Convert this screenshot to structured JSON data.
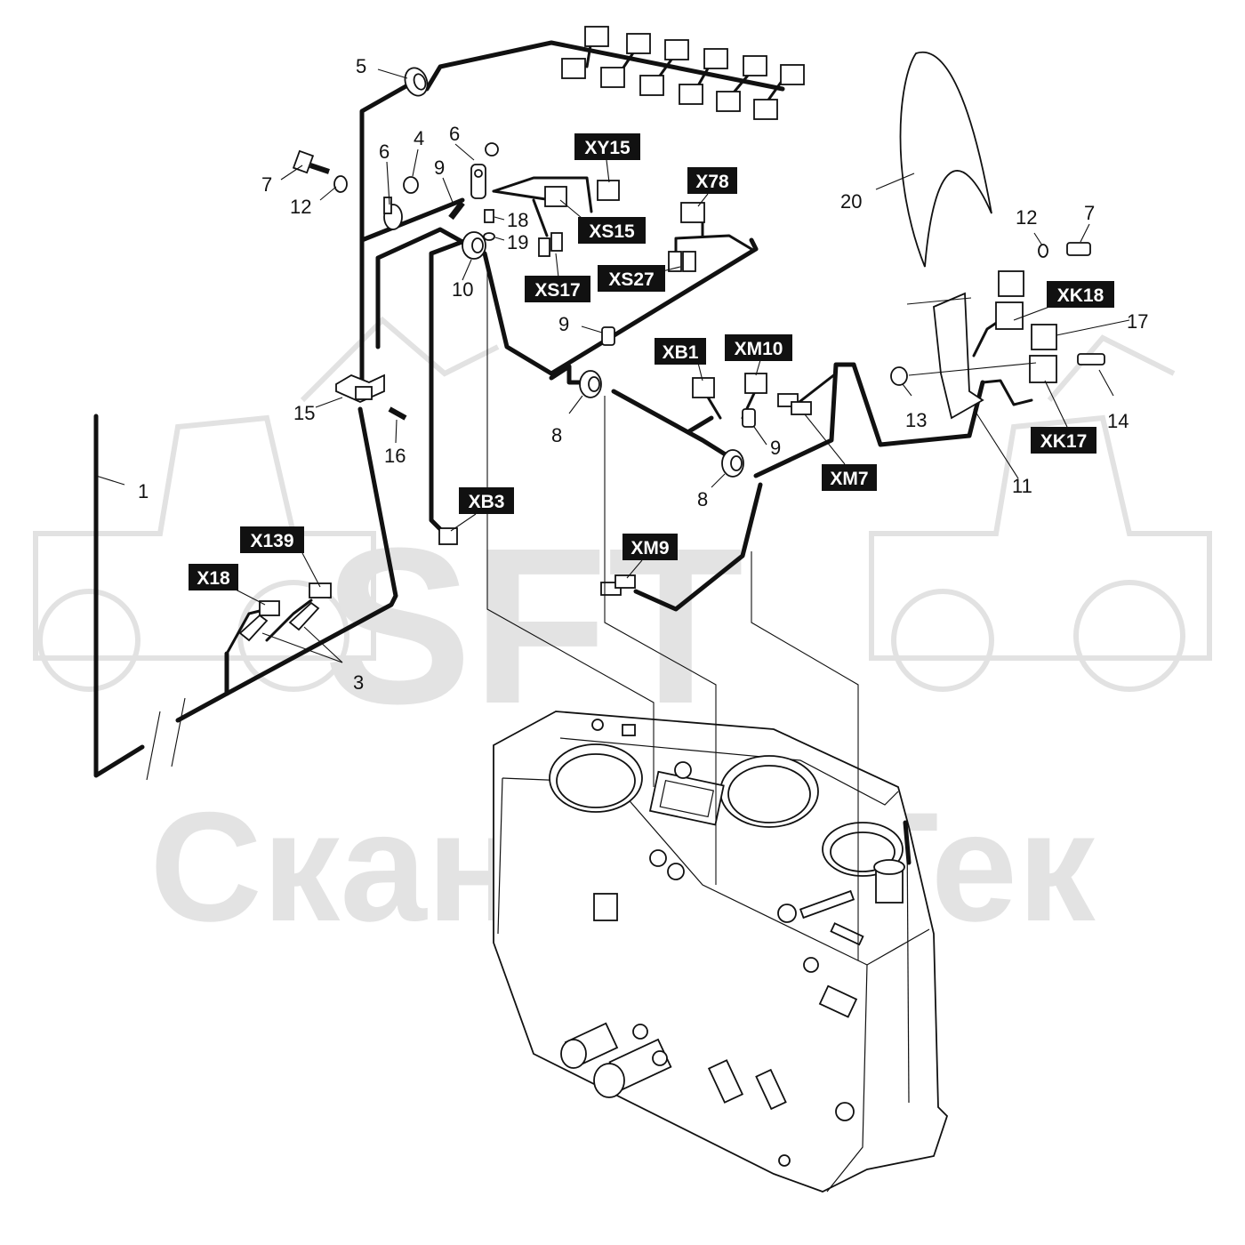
{
  "watermark": {
    "logo": "SFT",
    "brand": "СканФорТек"
  },
  "labels": {
    "n1": "1",
    "n3": "3",
    "n4": "4",
    "n5": "5",
    "n6a": "6",
    "n6b": "6",
    "n7a": "7",
    "n7b": "7",
    "n8a": "8",
    "n8b": "8",
    "n9a": "9",
    "n9b": "9",
    "n9c": "9",
    "n10": "10",
    "n11": "11",
    "n12a": "12",
    "n12b": "12",
    "n13": "13",
    "n14": "14",
    "n15": "15",
    "n16": "16",
    "n17": "17",
    "n18": "18",
    "n19": "19",
    "n20": "20"
  },
  "connectors": {
    "XY15": "XY15",
    "X78": "X78",
    "XS15": "XS15",
    "XS17": "XS17",
    "XS27": "XS27",
    "XK18": "XK18",
    "XB1": "XB1",
    "XM10": "XM10",
    "XM7": "XM7",
    "XK17": "XK17",
    "XB3": "XB3",
    "XM9": "XM9",
    "X139": "X139",
    "X18": "X18"
  }
}
